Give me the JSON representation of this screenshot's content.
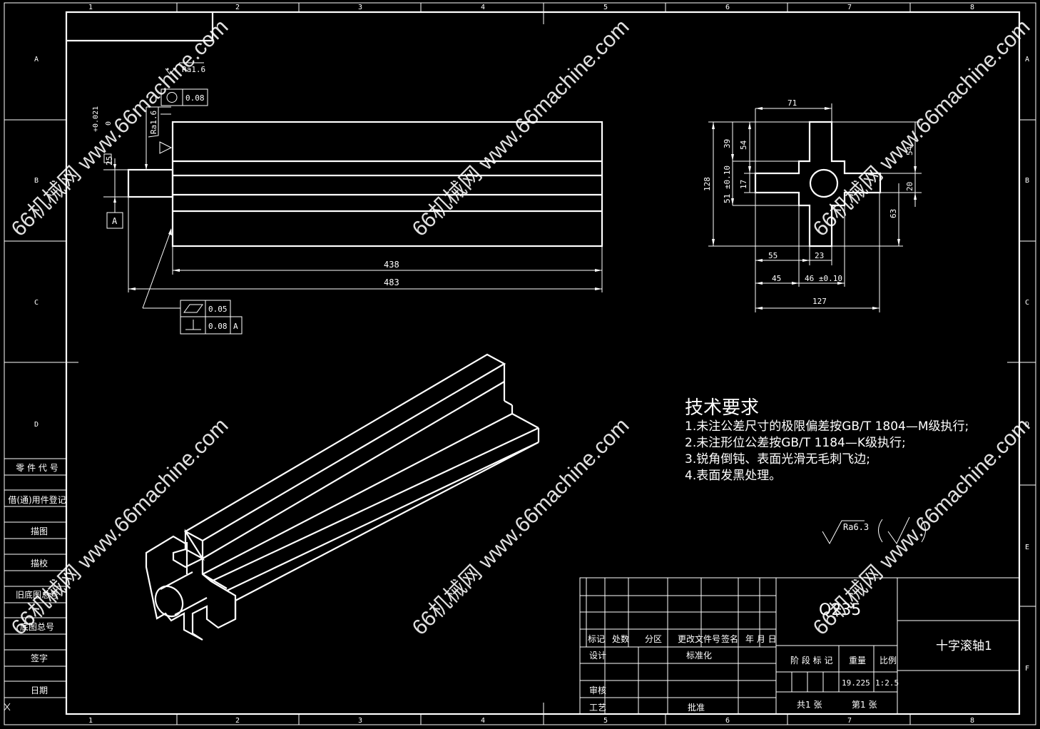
{
  "frame": {
    "col_labels": [
      "1",
      "2",
      "3",
      "4",
      "5",
      "6",
      "7",
      "8"
    ],
    "row_labels": [
      "A",
      "B",
      "C",
      "D",
      "E",
      "F"
    ],
    "row_labels_left": [
      "A",
      "B",
      "C",
      "D"
    ]
  },
  "left_strip": [
    "零 件 代 号",
    "借(通)用件登记",
    "描图",
    "描校",
    "旧底图总号",
    "底图总号",
    "签字",
    "日期"
  ],
  "front_view": {
    "dim_438": "438",
    "dim_483": "483",
    "roughness_top": "Ra1.6",
    "roughness_left": "Ra1.6",
    "circularity_value": "0.08",
    "flatness_value": "0.05",
    "perp_value": "0.08",
    "perp_datum": "A",
    "datum_label": "A",
    "shaft_dim": "25",
    "shaft_tol_upper": "+0.021",
    "shaft_tol_lower": "0"
  },
  "side_view": {
    "dim_71": "71",
    "dim_39": "39",
    "dim_54": "54",
    "dim_128": "128",
    "dim_51": "51 ±0.10",
    "dim_17": "17",
    "dim_54b": "54",
    "dim_20": "20",
    "dim_63": "63",
    "dim_55": "55",
    "dim_23": "23",
    "dim_45": "45",
    "dim_46": "46 ±0.10",
    "dim_127": "127"
  },
  "tech": {
    "title": "技术要求",
    "lines": [
      "1.未注公差尺寸的极限偏差按GB/T 1804—M级执行;",
      "2.未注形位公差按GB/T 1184—K级执行;",
      "3.锐角倒钝、表面光滑无毛刺飞边;",
      "4.表面发黑处理。"
    ]
  },
  "general_roughness": "Ra6.3",
  "title_block": {
    "material": "Q235",
    "part_name": "十字滚轴1",
    "header_cells": [
      "标记",
      "处数",
      "分区",
      "更改文件号",
      "签名",
      "年 月 日"
    ],
    "design": "设计",
    "standardize": "标准化",
    "review": "审核",
    "process": "工艺",
    "approve": "批准",
    "stage_mark": "阶 段 标 记",
    "weight_label": "重量",
    "scale_label": "比例",
    "weight": "19.225",
    "scale": "1:2.5",
    "sheets_total": "共1 张",
    "sheet_no": "第1 张"
  },
  "watermark": {
    "text": "66机械网 www.66machine.com"
  }
}
